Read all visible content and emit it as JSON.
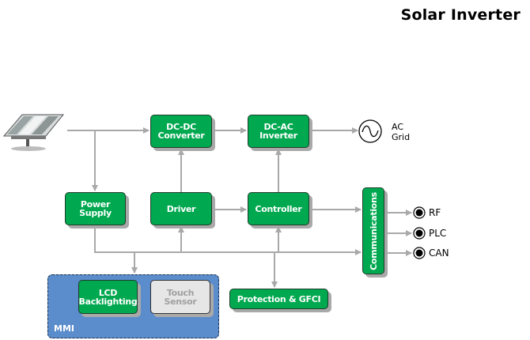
{
  "title": "Solar Inverter",
  "source": {
    "icon": "solar-panel-icon"
  },
  "blocks": {
    "dcdc": "DC-DC\nConverter",
    "dcac": "DC-AC\nInverter",
    "power": "Power\nSupply",
    "driver": "Driver",
    "controller": "Controller",
    "comms": "Communications",
    "lcd": "LCD\nBacklighting",
    "touch": "Touch\nSensor",
    "protection": "Protection & GFCI"
  },
  "grid": {
    "icon": "ac-sine-icon",
    "label": "AC\nGrid"
  },
  "mmi": {
    "label": "MMI"
  },
  "interfaces": [
    {
      "label": "RF",
      "icon": "port-icon"
    },
    {
      "label": "PLC",
      "icon": "port-icon"
    },
    {
      "label": "CAN",
      "icon": "port-icon"
    }
  ],
  "colors": {
    "block": "#00a84f",
    "block_disabled": "#e6e6e6",
    "mmi_bg": "#5b8ccc",
    "wire": "#a9a9a9"
  }
}
